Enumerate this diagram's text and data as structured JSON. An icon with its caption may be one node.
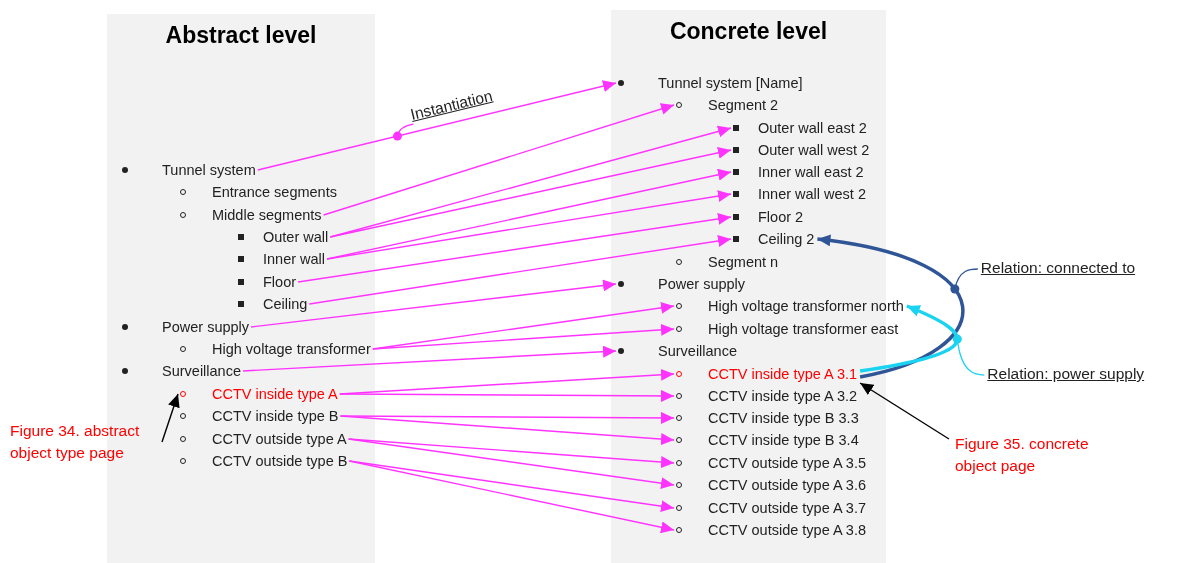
{
  "diagram": {
    "nodes": [
      {
        "text": [
          "Abstract level"
        ]
      },
      {
        "text": [
          "Tunnel system"
        ],
        "in": 0
      },
      {
        "text": [
          "Entrance segments"
        ],
        "in": 0
      },
      {
        "text": [
          "Middle segments"
        ],
        "in": 0
      },
      {
        "text": [
          "Outer wall"
        ],
        "in": 0
      },
      {
        "text": [
          "Inner wall"
        ],
        "in": 0
      },
      {
        "text": [
          "Floor"
        ],
        "in": 0
      },
      {
        "text": [
          "Ceiling"
        ],
        "in": 0
      },
      {
        "text": [
          "Power supply"
        ],
        "in": 0
      },
      {
        "text": [
          "High voltage transformer"
        ],
        "in": 0
      },
      {
        "text": [
          "Surveillance"
        ],
        "in": 0
      },
      {
        "text": [
          "CCTV inside type A"
        ],
        "in": 0
      },
      {
        "text": [
          "CCTV inside type B"
        ],
        "in": 0
      },
      {
        "text": [
          "CCTV outside type A"
        ],
        "in": 0
      },
      {
        "text": [
          "CCTV outside type B"
        ],
        "in": 0
      },
      {
        "text": [
          "Concrete level"
        ]
      },
      {
        "text": [
          "Tunnel system [Name]"
        ],
        "in": 15
      },
      {
        "text": [
          "Segment 2"
        ],
        "in": 15
      },
      {
        "text": [
          "Outer wall east 2"
        ],
        "in": 15
      },
      {
        "text": [
          "Outer wall west 2"
        ],
        "in": 15
      },
      {
        "text": [
          "Inner wall east 2"
        ],
        "in": 15
      },
      {
        "text": [
          "Inner wall west 2"
        ],
        "in": 15
      },
      {
        "text": [
          "Floor 2"
        ],
        "in": 15
      },
      {
        "text": [
          "Ceiling 2"
        ],
        "in": 15
      },
      {
        "text": [
          "Segment n"
        ],
        "in": 15
      },
      {
        "text": [
          "Power supply"
        ],
        "in": 15
      },
      {
        "text": [
          "High voltage transformer north"
        ],
        "in": 15
      },
      {
        "text": [
          "High voltage transformer east"
        ],
        "in": 15
      },
      {
        "text": [
          "Surveillance"
        ],
        "in": 15
      },
      {
        "text": [
          "CCTV inside type A 3.1"
        ],
        "in": 15
      },
      {
        "text": [
          "CCTV inside type A 3.2"
        ],
        "in": 15
      },
      {
        "text": [
          "CCTV inside type B 3.3"
        ],
        "in": 15
      },
      {
        "text": [
          "CCTV inside type B 3.4"
        ],
        "in": 15
      },
      {
        "text": [
          "CCTV outside type A 3.5"
        ],
        "in": 15
      },
      {
        "text": [
          "CCTV outside type A 3.6"
        ],
        "in": 15
      },
      {
        "text": [
          "CCTV outside type A 3.7"
        ],
        "in": 15
      },
      {
        "text": [
          "CCTV outside type A 3.8"
        ],
        "in": 15
      },
      {
        "text": [
          "Figure 34. abstract object type page"
        ]
      },
      {
        "text": [
          "Figure 35. concrete object page"
        ]
      }
    ],
    "edges": [
      {
        "from": 1,
        "to": 16,
        "arrow": "to",
        "label": "Instantiation"
      },
      {
        "from": 3,
        "to": 17,
        "arrow": "to"
      },
      {
        "from": 4,
        "to": 18,
        "arrow": "to"
      },
      {
        "from": 4,
        "to": 19,
        "arrow": "to"
      },
      {
        "from": 5,
        "to": 20,
        "arrow": "to"
      },
      {
        "from": 5,
        "to": 21,
        "arrow": "to"
      },
      {
        "from": 6,
        "to": 22,
        "arrow": "to"
      },
      {
        "from": 7,
        "to": 23,
        "arrow": "to"
      },
      {
        "from": 8,
        "to": 25,
        "arrow": "to"
      },
      {
        "from": 9,
        "to": 26,
        "arrow": "to"
      },
      {
        "from": 9,
        "to": 27,
        "arrow": "to"
      },
      {
        "from": 10,
        "to": 28,
        "arrow": "to"
      },
      {
        "from": 11,
        "to": 29,
        "arrow": "to"
      },
      {
        "from": 11,
        "to": 30,
        "arrow": "to"
      },
      {
        "from": 12,
        "to": 31,
        "arrow": "to"
      },
      {
        "from": 12,
        "to": 32,
        "arrow": "to"
      },
      {
        "from": 13,
        "to": 33,
        "arrow": "to"
      },
      {
        "from": 13,
        "to": 34,
        "arrow": "to"
      },
      {
        "from": 14,
        "to": 35,
        "arrow": "to"
      },
      {
        "from": 14,
        "to": 36,
        "arrow": "to"
      },
      {
        "from": 29,
        "to": 23,
        "arrow": "to",
        "label": "Relation: connected to",
        "style": "thick",
        "color": "#2f5597"
      },
      {
        "from": 29,
        "to": 26,
        "arrow": "to",
        "label": "Relation: power supply",
        "style": "thick",
        "color": "#1ad3f0"
      },
      {
        "from": 37,
        "to": 11,
        "arrow": "to",
        "color": "#000000"
      },
      {
        "from": 38,
        "to": 29,
        "arrow": "to",
        "color": "#000000"
      }
    ]
  }
}
